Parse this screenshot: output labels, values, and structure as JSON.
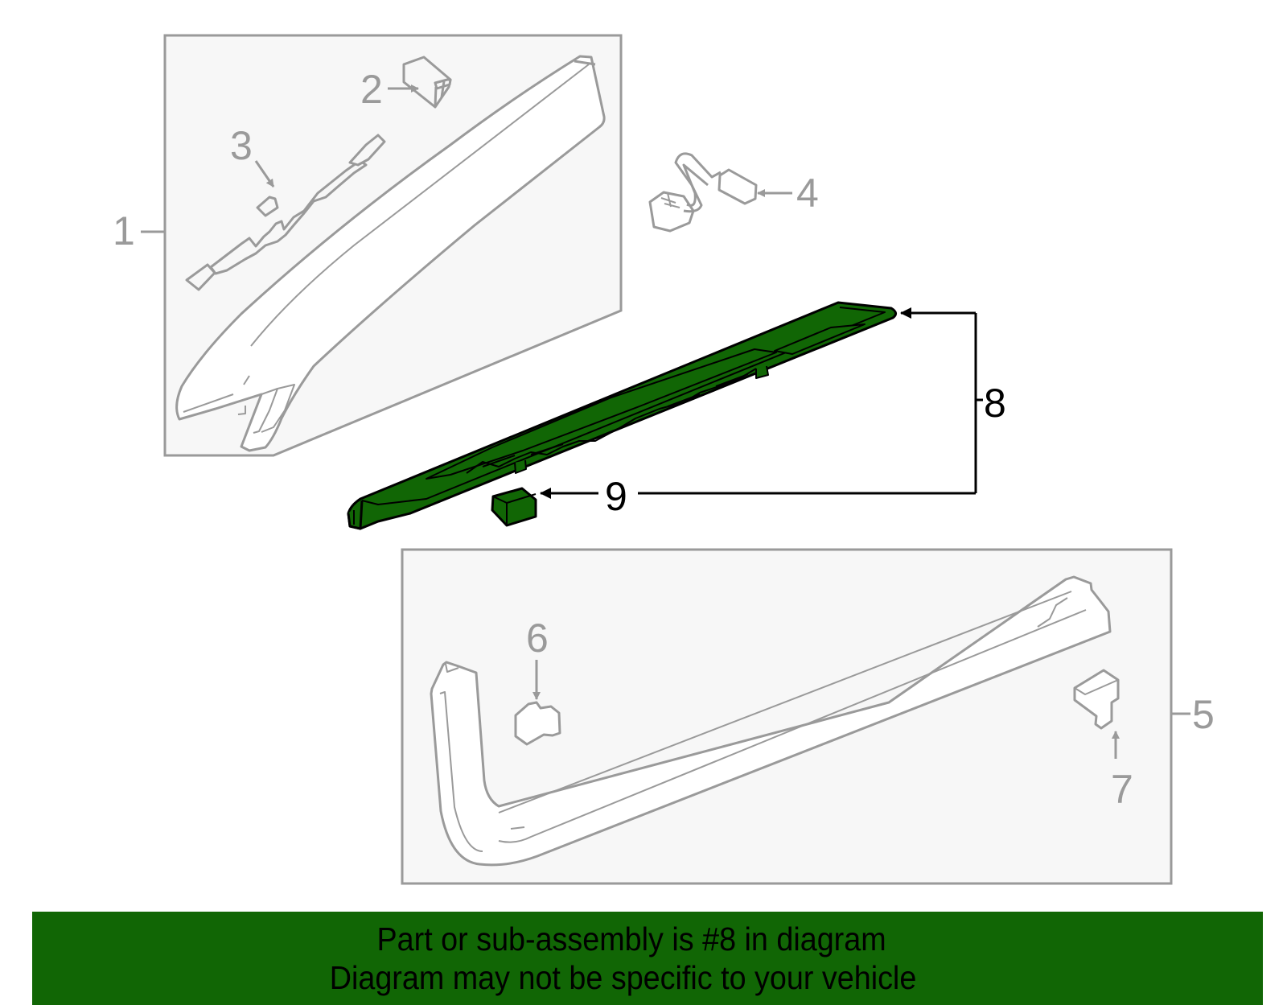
{
  "diagram": {
    "highlight_color": "#116605",
    "inactive_stroke_color": "#9a9a9a",
    "box_fill_color": "#f7f7f7",
    "callouts": [
      {
        "id": "1",
        "label": "1",
        "part": "sill-plate-assembly-upper-box"
      },
      {
        "id": "2",
        "label": "2",
        "part": "clip"
      },
      {
        "id": "3",
        "label": "3",
        "part": "wiring-harness"
      },
      {
        "id": "4",
        "label": "4",
        "part": "connector-harness"
      },
      {
        "id": "5",
        "label": "5",
        "part": "rocker-molding-assembly-box"
      },
      {
        "id": "6",
        "label": "6",
        "part": "retainer-clip"
      },
      {
        "id": "7",
        "label": "7",
        "part": "end-clip"
      },
      {
        "id": "8",
        "label": "8",
        "part": "illuminated-sill-plate",
        "highlighted": true
      },
      {
        "id": "9",
        "label": "9",
        "part": "sill-plate-clip",
        "highlighted": true
      }
    ]
  },
  "banner": {
    "line1": "Part or sub-assembly is #8 in diagram",
    "line2": "Diagram may not be specific to your vehicle"
  }
}
